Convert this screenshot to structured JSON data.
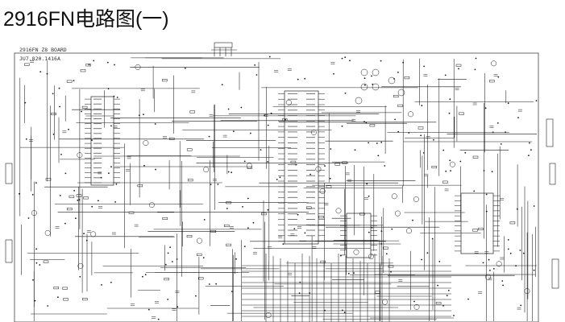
{
  "page": {
    "title": "2916FN电路图(一)"
  },
  "sheet": {
    "board_name": "2916FN Z8 BOARD",
    "part_number": "JU7.820.1416A"
  },
  "colors": {
    "background": "#ffffff",
    "line": "#1a1a1a",
    "ink": "#111111"
  }
}
